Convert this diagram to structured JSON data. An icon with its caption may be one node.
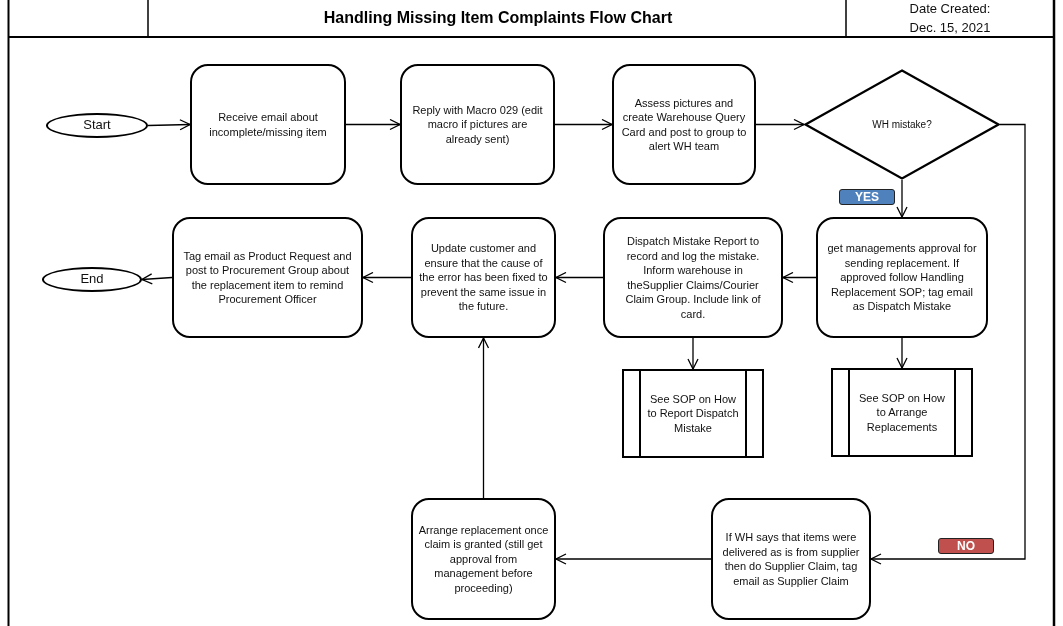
{
  "diagram": {
    "title": "Handling Missing Item Complaints Flow Chart",
    "nodes": [
      {
        "text": [
          "Start"
        ]
      },
      {
        "text": [
          "Receive email about incomplete/missing item"
        ]
      },
      {
        "text": [
          "Reply with Macro 029 (edit macro if pictures are already sent)"
        ]
      },
      {
        "text": [
          "Assess pictures and create Warehouse Query Card and post to group to alert WH team"
        ]
      },
      {
        "text": [
          "WH mistake?"
        ]
      },
      {
        "text": [
          "get managements approval for sending replacement. If approved follow Handling Replacement SOP; tag email as Dispatch Mistake"
        ]
      },
      {
        "text": [
          "Dispatch Mistake Report to record and log the mistake. Inform warehouse in theSupplier Claims/Courier Claim Group. Include link of card."
        ]
      },
      {
        "text": [
          "Update customer and ensure that the cause of the error has been fixed to prevent the same issue in the future."
        ]
      },
      {
        "text": [
          "Tag email as Product Request and post to Procurement Group about the replacement item to remind Procurement Officer"
        ]
      },
      {
        "text": [
          "End"
        ]
      },
      {
        "text": [
          "See SOP on How to Report Dispatch Mistake"
        ]
      },
      {
        "text": [
          "See SOP on How to Arrange Replacements"
        ]
      },
      {
        "text": [
          "If WH says that items were delivered as is from supplier then do Supplier Claim, tag email as Supplier Claim"
        ]
      },
      {
        "text": [
          "Arrange replacement once claim is granted (still get approval from management before proceeding)"
        ]
      }
    ],
    "edges": [
      {
        "from": 0,
        "to": 1,
        "arrow": "to"
      },
      {
        "from": 1,
        "to": 2,
        "arrow": "to"
      },
      {
        "from": 2,
        "to": 3,
        "arrow": "to"
      },
      {
        "from": 3,
        "to": 4,
        "arrow": "to"
      },
      {
        "from": 4,
        "to": 5,
        "arrow": "to",
        "label": "YES"
      },
      {
        "from": 4,
        "to": 12,
        "arrow": "to",
        "label": "NO"
      },
      {
        "from": 5,
        "to": 6,
        "arrow": "to"
      },
      {
        "from": 6,
        "to": 7,
        "arrow": "to"
      },
      {
        "from": 7,
        "to": 8,
        "arrow": "to"
      },
      {
        "from": 8,
        "to": 9,
        "arrow": "to"
      },
      {
        "from": 6,
        "to": 10,
        "arrow": "to"
      },
      {
        "from": 5,
        "to": 11,
        "arrow": "to"
      },
      {
        "from": 12,
        "to": 13,
        "arrow": "to"
      },
      {
        "from": 13,
        "to": 7,
        "arrow": "to"
      }
    ],
    "labels": [
      "Date Created:",
      "Dec. 15, 2021"
    ]
  }
}
